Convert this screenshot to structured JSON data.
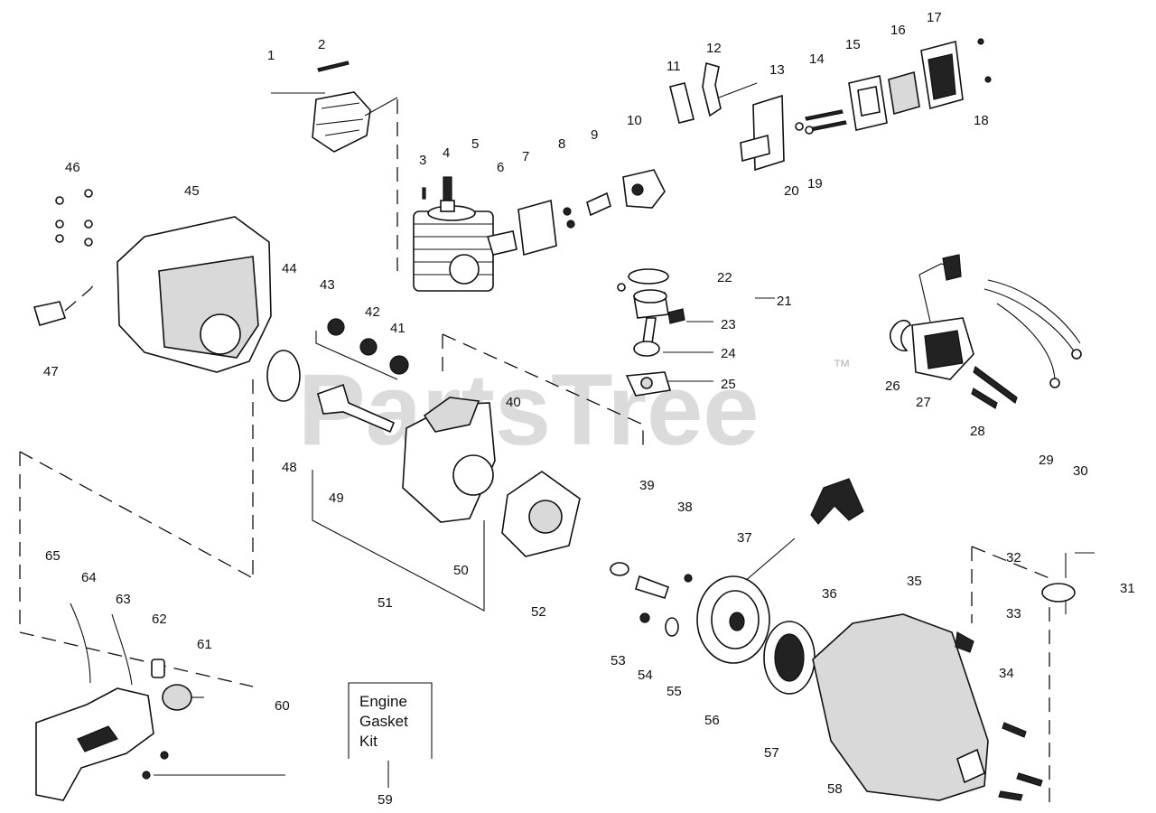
{
  "watermark": {
    "text": "PartsTree",
    "trademark": "™"
  },
  "kit_box": {
    "lines": [
      "Engine",
      "Gasket",
      "Kit"
    ]
  },
  "callouts": [
    {
      "n": "1"
    },
    {
      "n": "2"
    },
    {
      "n": "3"
    },
    {
      "n": "4"
    },
    {
      "n": "5"
    },
    {
      "n": "6"
    },
    {
      "n": "7"
    },
    {
      "n": "8"
    },
    {
      "n": "9"
    },
    {
      "n": "10"
    },
    {
      "n": "11"
    },
    {
      "n": "12"
    },
    {
      "n": "13"
    },
    {
      "n": "14"
    },
    {
      "n": "15"
    },
    {
      "n": "16"
    },
    {
      "n": "17"
    },
    {
      "n": "18"
    },
    {
      "n": "19"
    },
    {
      "n": "20"
    },
    {
      "n": "21"
    },
    {
      "n": "22"
    },
    {
      "n": "23"
    },
    {
      "n": "24"
    },
    {
      "n": "25"
    },
    {
      "n": "26"
    },
    {
      "n": "27"
    },
    {
      "n": "28"
    },
    {
      "n": "29"
    },
    {
      "n": "30"
    },
    {
      "n": "31"
    },
    {
      "n": "32"
    },
    {
      "n": "33"
    },
    {
      "n": "34"
    },
    {
      "n": "35"
    },
    {
      "n": "36"
    },
    {
      "n": "37"
    },
    {
      "n": "38"
    },
    {
      "n": "39"
    },
    {
      "n": "40"
    },
    {
      "n": "41"
    },
    {
      "n": "42"
    },
    {
      "n": "43"
    },
    {
      "n": "44"
    },
    {
      "n": "45"
    },
    {
      "n": "46"
    },
    {
      "n": "47"
    },
    {
      "n": "48"
    },
    {
      "n": "49"
    },
    {
      "n": "50"
    },
    {
      "n": "51"
    },
    {
      "n": "52"
    },
    {
      "n": "53"
    },
    {
      "n": "54"
    },
    {
      "n": "55"
    },
    {
      "n": "56"
    },
    {
      "n": "57"
    },
    {
      "n": "58"
    },
    {
      "n": "59"
    },
    {
      "n": "60"
    },
    {
      "n": "61"
    },
    {
      "n": "62"
    },
    {
      "n": "63"
    },
    {
      "n": "64"
    },
    {
      "n": "65"
    }
  ],
  "colors": {
    "line": "#111111",
    "watermark": "#bdbdbd",
    "background": "#ffffff"
  }
}
